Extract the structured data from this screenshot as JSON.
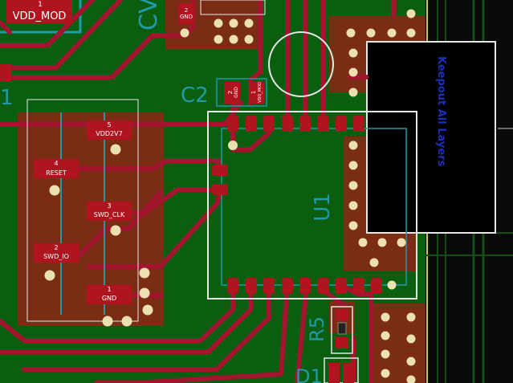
{
  "colors": {
    "board": "#0b5d10",
    "copper_fill": "#7a2d14",
    "trace": "#a3142f",
    "pad": "#b0141e",
    "drill": "#ede0b0",
    "silk_cyan": "#1f9aa6",
    "outline_white": "#e6e6e6",
    "keepout_text": "#1d2fb8"
  },
  "labels": {
    "vdd_mod_pin": "1",
    "vdd_mod": "VDD_MOD",
    "cv_partial": "CV",
    "top_gnd_pin": "2",
    "top_gnd": "GND",
    "c2": "C2",
    "c2_pin2": "2",
    "c2_pin2_name": "GND",
    "c2_pin1": "1",
    "c2_pin1_name": "VDD_MOD",
    "u1": "U1",
    "r5": "R5",
    "d1": "D1",
    "keepout": "Keepout All Layers",
    "left_partial": "1"
  },
  "connector": {
    "pins": [
      {
        "num": "5",
        "name": "VDD2V7"
      },
      {
        "num": "4",
        "name": "RESET"
      },
      {
        "num": "3",
        "name": "SWD_CLK"
      },
      {
        "num": "2",
        "name": "SWD_IO"
      },
      {
        "num": "1",
        "name": "GND"
      }
    ]
  }
}
